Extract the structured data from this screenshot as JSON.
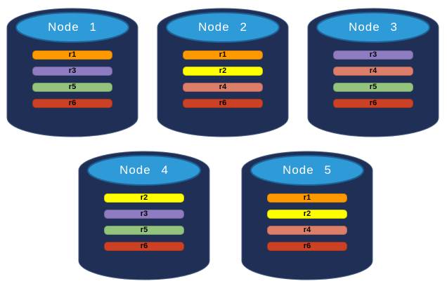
{
  "palette": {
    "background": "#FFFFFF",
    "cylinder_body": "#1F2F55",
    "cylinder_body_edge": "#4A6288",
    "cylinder_top": "#2E9BD8",
    "cylinder_top_edge": "#1D6296",
    "bar_label_text": "#000000",
    "node_title_text": "#FFFFFF"
  },
  "replica_colors": {
    "r1": "#FF9900",
    "r2": "#FFFF00",
    "r3": "#8E7CC3",
    "r4": "#DD7E6B",
    "r5": "#93C47D",
    "r6": "#CC4125"
  },
  "nodes": [
    {
      "name": "Node 1",
      "replicas": [
        {
          "label": "r1",
          "color": "#FF9900"
        },
        {
          "label": "r3",
          "color": "#8E7CC3"
        },
        {
          "label": "r5",
          "color": "#93C47D"
        },
        {
          "label": "r6",
          "color": "#CC4125"
        }
      ]
    },
    {
      "name": "Node 2",
      "replicas": [
        {
          "label": "r1",
          "color": "#FF9900"
        },
        {
          "label": "r2",
          "color": "#FFFF00"
        },
        {
          "label": "r4",
          "color": "#DD7E6B"
        },
        {
          "label": "r6",
          "color": "#CC4125"
        }
      ]
    },
    {
      "name": "Node 3",
      "replicas": [
        {
          "label": "r3",
          "color": "#8E7CC3"
        },
        {
          "label": "r4",
          "color": "#DD7E6B"
        },
        {
          "label": "r5",
          "color": "#93C47D"
        },
        {
          "label": "r6",
          "color": "#CC4125"
        }
      ]
    },
    {
      "name": "Node 4",
      "replicas": [
        {
          "label": "r2",
          "color": "#FFFF00"
        },
        {
          "label": "r3",
          "color": "#8E7CC3"
        },
        {
          "label": "r5",
          "color": "#93C47D"
        },
        {
          "label": "r6",
          "color": "#CC4125"
        }
      ]
    },
    {
      "name": "Node 5",
      "replicas": [
        {
          "label": "r1",
          "color": "#FF9900"
        },
        {
          "label": "r2",
          "color": "#FFFF00"
        },
        {
          "label": "r4",
          "color": "#DD7E6B"
        },
        {
          "label": "r6",
          "color": "#CC4125"
        }
      ]
    }
  ]
}
